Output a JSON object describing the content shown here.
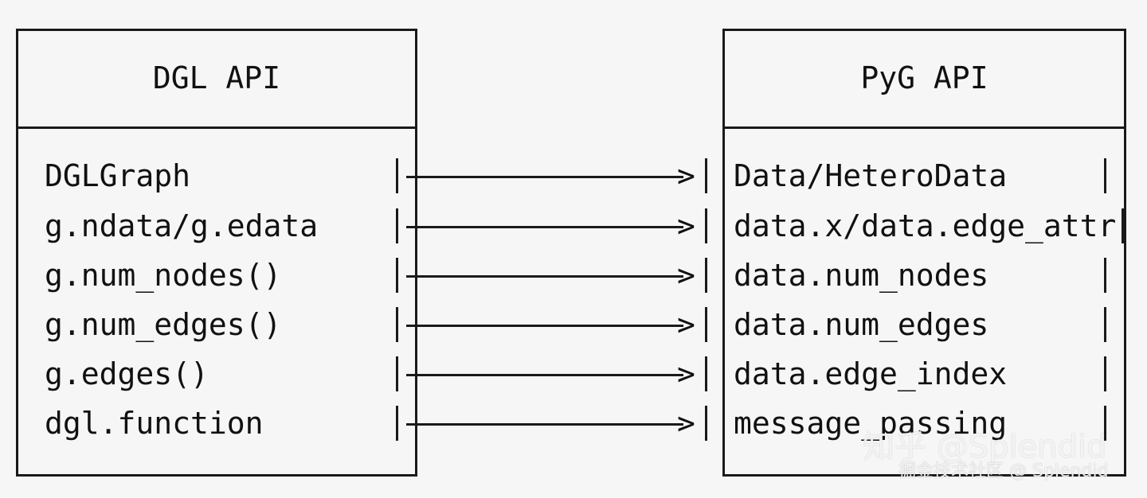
{
  "left": {
    "title": "DGL API",
    "items": [
      "DGLGraph",
      "g.ndata/g.edata",
      "g.num_nodes()",
      "g.num_edges()",
      "g.edges()",
      "dgl.function"
    ]
  },
  "right": {
    "title": "PyG API",
    "items": [
      "Data/HeteroData",
      "data.x/data.edge_attr",
      "data.num_nodes",
      "data.num_edges",
      "data.edge_index",
      "message_passing"
    ]
  },
  "watermark": {
    "line1": "知乎 @Splendid",
    "line2": "掘金技术社区 @ Splendid"
  }
}
